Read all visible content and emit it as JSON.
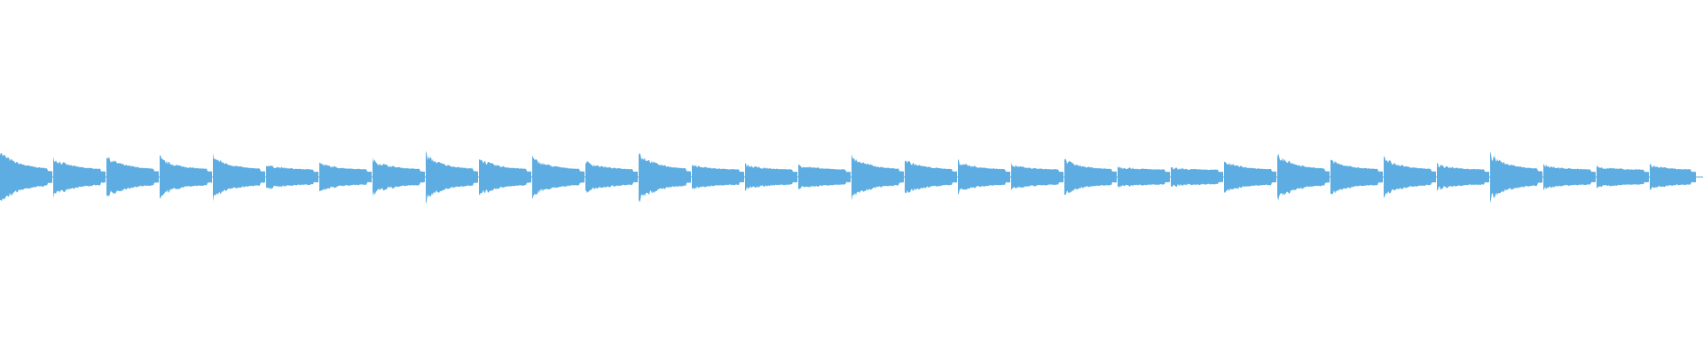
{
  "chart_data": {
    "type": "area",
    "title": "",
    "xlabel": "",
    "ylabel": "",
    "ylim": [
      -1,
      1
    ],
    "grid": false,
    "color": "#5DADE2",
    "segment_count": 32,
    "onset_peak_amplitudes": [
      0.15,
      0.11,
      0.12,
      0.11,
      0.12,
      0.07,
      0.08,
      0.1,
      0.13,
      0.11,
      0.11,
      0.09,
      0.14,
      0.07,
      0.07,
      0.07,
      0.12,
      0.1,
      0.09,
      0.07,
      0.1,
      0.06,
      0.05,
      0.09,
      0.13,
      0.1,
      0.11,
      0.07,
      0.13,
      0.07,
      0.06,
      0.07
    ],
    "tail_amplitude": 0.04
  }
}
